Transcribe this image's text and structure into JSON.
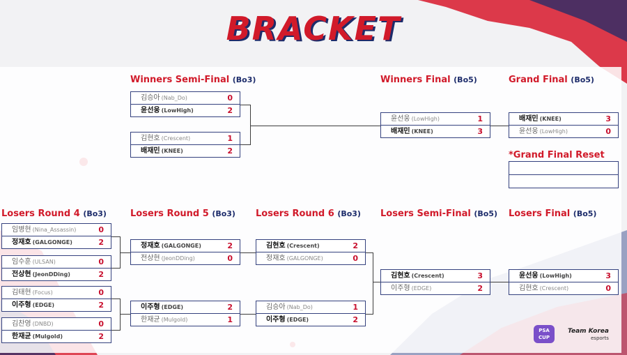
{
  "title": "BRACKET",
  "sections": {
    "winners_semi": {
      "label": "Winners Semi-Final",
      "format": "(Bo3)"
    },
    "winners_final": {
      "label": "Winners Final",
      "format": "(Bo5)"
    },
    "grand_final": {
      "label": "Grand Final",
      "format": "(Bo5)"
    },
    "grand_final_reset": {
      "label": "*Grand Final Reset"
    },
    "losers_r4": {
      "label": "Losers Round 4",
      "format": "(Bo3)"
    },
    "losers_r5": {
      "label": "Losers Round 5",
      "format": "(Bo3)"
    },
    "losers_r6": {
      "label": "Losers Round 6",
      "format": "(Bo3)"
    },
    "losers_semi": {
      "label": "Losers Semi-Final",
      "format": "(Bo5)"
    },
    "losers_final": {
      "label": "Losers Final",
      "format": "(Bo5)"
    }
  },
  "matches": {
    "ws1": [
      {
        "name": "김승아",
        "tag": "(Nab_Do)",
        "score": "0"
      },
      {
        "name": "윤선웅",
        "tag": "(LowHigh)",
        "score": "2"
      }
    ],
    "ws2": [
      {
        "name": "김현호",
        "tag": "(Crescent)",
        "score": "1"
      },
      {
        "name": "배재민",
        "tag": "(KNEE)",
        "score": "2"
      }
    ],
    "wf": [
      {
        "name": "윤선웅",
        "tag": "(LowHigh)",
        "score": "1"
      },
      {
        "name": "배재민",
        "tag": "(KNEE)",
        "score": "3"
      }
    ],
    "gf": [
      {
        "name": "배재민",
        "tag": "(KNEE)",
        "score": "3"
      },
      {
        "name": "윤선웅",
        "tag": "(LowHigh)",
        "score": "0"
      }
    ],
    "lr4a": [
      {
        "name": "임병현",
        "tag": "(Nina_Assassin)",
        "score": "0"
      },
      {
        "name": "정재호",
        "tag": "(GALGONGE)",
        "score": "2"
      }
    ],
    "lr4b": [
      {
        "name": "임수훈",
        "tag": "(ULSAN)",
        "score": "0"
      },
      {
        "name": "전상현",
        "tag": "(JeonDDing)",
        "score": "2"
      }
    ],
    "lr4c": [
      {
        "name": "김태현",
        "tag": "(Focus)",
        "score": "0"
      },
      {
        "name": "이주형",
        "tag": "(EDGE)",
        "score": "2"
      }
    ],
    "lr4d": [
      {
        "name": "김찬영",
        "tag": "(DNBD)",
        "score": "0"
      },
      {
        "name": "한재균",
        "tag": "(Mulgold)",
        "score": "2"
      }
    ],
    "lr5a": [
      {
        "name": "정재호",
        "tag": "(GALGONGE)",
        "score": "2"
      },
      {
        "name": "전상현",
        "tag": "(JeonDDing)",
        "score": "0"
      }
    ],
    "lr5b": [
      {
        "name": "이주형",
        "tag": "(EDGE)",
        "score": "2"
      },
      {
        "name": "한재균",
        "tag": "(Mulgold)",
        "score": "1"
      }
    ],
    "lr6a": [
      {
        "name": "김현호",
        "tag": "(Crescent)",
        "score": "2"
      },
      {
        "name": "정재호",
        "tag": "(GALGONGE)",
        "score": "0"
      }
    ],
    "lr6b": [
      {
        "name": "김승아",
        "tag": "(Nab_Do)",
        "score": "1"
      },
      {
        "name": "이주형",
        "tag": "(EDGE)",
        "score": "2"
      }
    ],
    "ls": [
      {
        "name": "김현호",
        "tag": "(Crescent)",
        "score": "3"
      },
      {
        "name": "이주형",
        "tag": "(EDGE)",
        "score": "2"
      }
    ],
    "lf": [
      {
        "name": "윤선웅",
        "tag": "(LowHigh)",
        "score": "3"
      },
      {
        "name": "김현호",
        "tag": "(Crescent)",
        "score": "0"
      }
    ]
  },
  "logos": {
    "cup_text": "PSA CUP",
    "team_name": "Team Korea",
    "team_sub": "esports"
  },
  "colors": {
    "accent_red": "#d11a2a",
    "navy": "#1d2c6b"
  }
}
